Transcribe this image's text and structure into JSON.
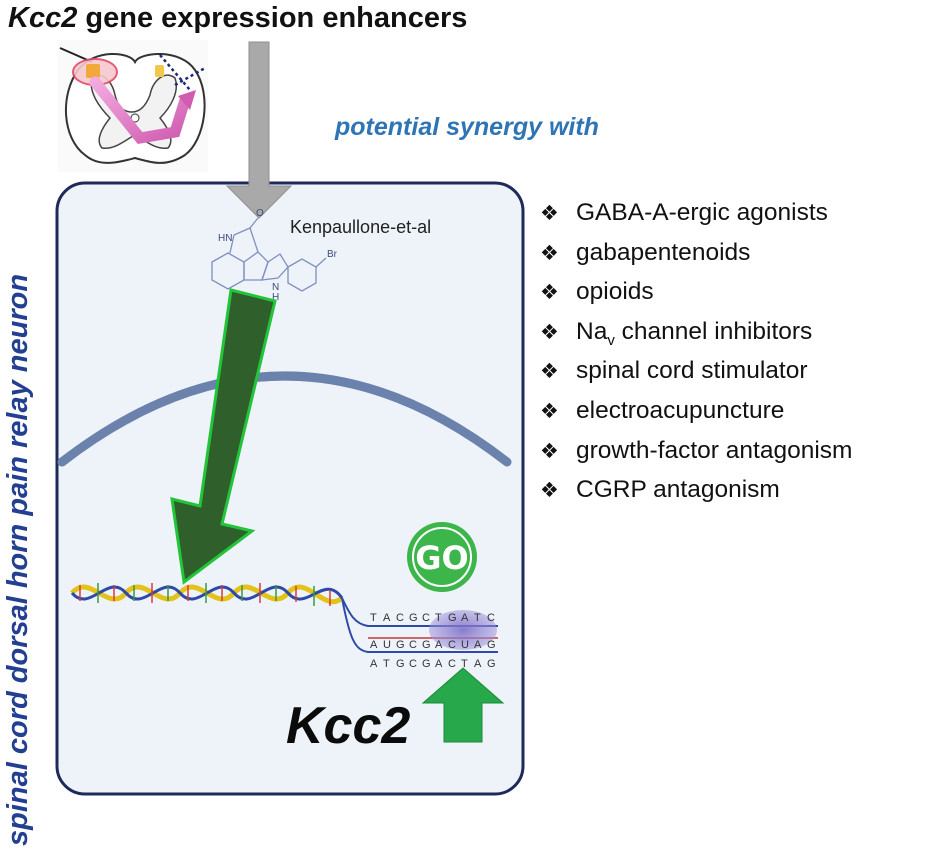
{
  "title": {
    "gene": "Kcc2",
    "rest": " gene expression enhancers"
  },
  "synergy_label": "potential synergy with",
  "side_label": "spinal cord dorsal horn pain relay neuron",
  "compound_label": "Kenpaullone-et-al",
  "structure_labels": {
    "o": "O",
    "hn": "HN",
    "h": "H",
    "n": "N",
    "br": "Br"
  },
  "synergy_list": [
    {
      "text": "GABA-A-ergic agonists"
    },
    {
      "text": "gabapentenoids"
    },
    {
      "text": "opioids"
    },
    {
      "text": "Na",
      "sub": "v",
      "rest": " channel inhibitors"
    },
    {
      "text": "spinal cord stimulator"
    },
    {
      "text": "electroacupuncture"
    },
    {
      "text": "growth-factor antagonism"
    },
    {
      "text": "CGRP antagonism"
    }
  ],
  "bullet_glyph": "❖",
  "go_badge": "GO",
  "kcc2_label": "Kcc2",
  "dna_sequences": {
    "top": [
      "T",
      "A",
      "C",
      "G",
      "C",
      "T",
      "G",
      "A",
      "T",
      "C"
    ],
    "middle": [
      "A",
      "U",
      "G",
      "C",
      "G",
      "A",
      "C",
      "U",
      "A",
      "G"
    ],
    "bottom": [
      "A",
      "T",
      "G",
      "C",
      "G",
      "A",
      "C",
      "T",
      "A",
      "G"
    ]
  },
  "colors": {
    "cell_fill": "#eef3f9",
    "cell_border": "#1e2a5a",
    "membrane": "#6b82ad",
    "gray_arrow": "#a9a9a9",
    "green_arrow_fill": "#2f5f2a",
    "green_arrow_border": "#22c43a",
    "up_arrow": "#27a84a",
    "go_badge": "#3cb54a",
    "synergy_text": "#2f74b5",
    "side_text": "#233f92"
  },
  "icons": [
    "spinal-cord-cross-section-icon",
    "kenpaullone-structure-icon",
    "dna-helix-icon",
    "go-badge-icon",
    "up-arrow-icon"
  ]
}
